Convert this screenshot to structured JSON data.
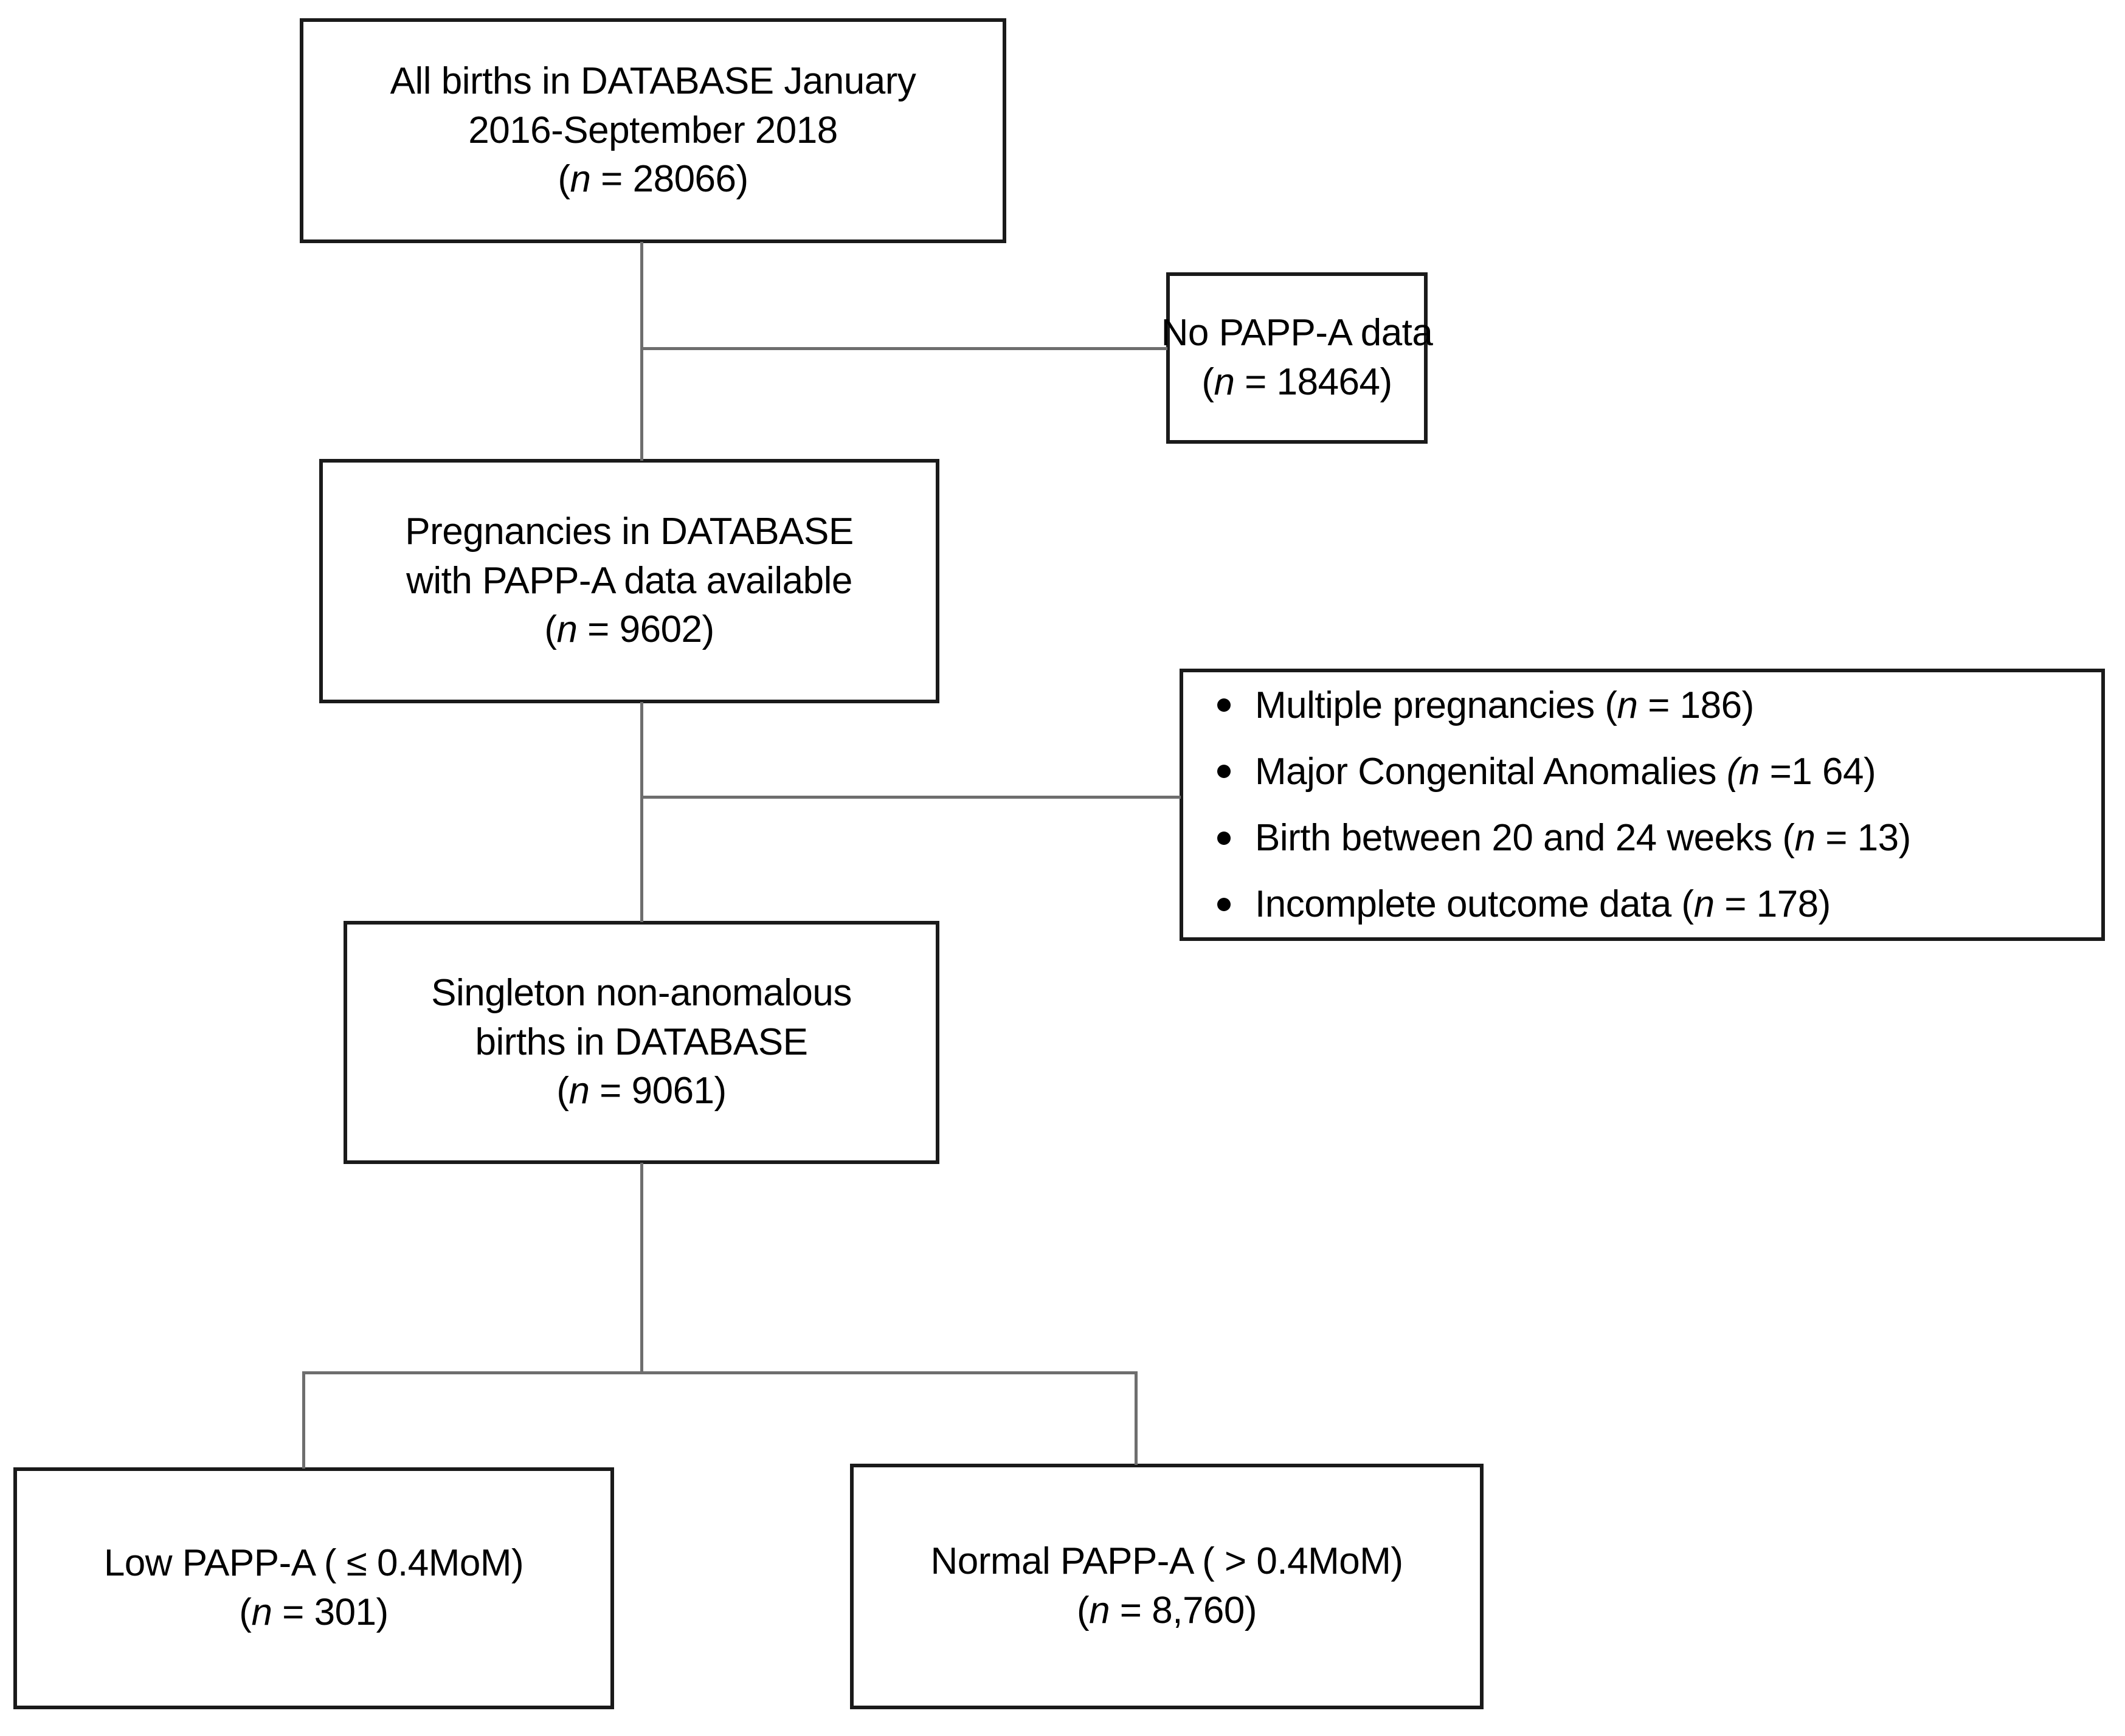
{
  "figure": {
    "type": "flow-diagram",
    "title": "Study population flow diagram"
  },
  "nodes": {
    "all_births": {
      "line1": "All births in DATABASE January",
      "line2": "2016-September 2018",
      "n_prefix": "(",
      "n_symbol": "n",
      "n_value": " = 28066)"
    },
    "no_pappa": {
      "line1": "No PAPP-A data",
      "n_prefix": "(",
      "n_symbol": "n",
      "n_value": " = 18464)"
    },
    "pregnancies": {
      "line1": "Pregnancies in DATABASE",
      "line2": "with PAPP-A data available",
      "n_prefix": "(",
      "n_symbol": "n",
      "n_value": " = 9602)"
    },
    "singleton": {
      "line1": "Singleton non-anomalous",
      "line2": "births in DATABASE",
      "n_prefix": "(",
      "n_symbol": "n",
      "n_value": " = 9061)"
    },
    "low_pappa": {
      "line1": "Low PAPP-A ( ≤ 0.4MoM)",
      "n_prefix": "(",
      "n_symbol": "n",
      "n_value": " = 301)"
    },
    "normal_pappa": {
      "line1": "Normal PAPP-A ( > 0.4MoM)",
      "n_prefix": "(",
      "n_symbol": "n",
      "n_value": " = 8,760)"
    }
  },
  "exclusions": {
    "items": [
      {
        "label": "Multiple pregnancies (",
        "n_symbol": "n",
        "n_value": " = 186)",
        "italic_paren": false
      },
      {
        "label": "Major Congenital Anomalies ",
        "n_symbol": "(n",
        "n_value": " =1 64)",
        "italic_paren": true
      },
      {
        "label": "Birth between 20 and 24 weeks (",
        "n_symbol": "n",
        "n_value": " = 13)",
        "italic_paren": false
      },
      {
        "label": "Incomplete outcome data (",
        "n_symbol": "n",
        "n_value": " = 178)",
        "italic_paren": false
      }
    ]
  },
  "colors": {
    "box_border": "#1a1a1a",
    "connector": "#6e6e6e",
    "text": "#000000",
    "background": "#ffffff"
  }
}
